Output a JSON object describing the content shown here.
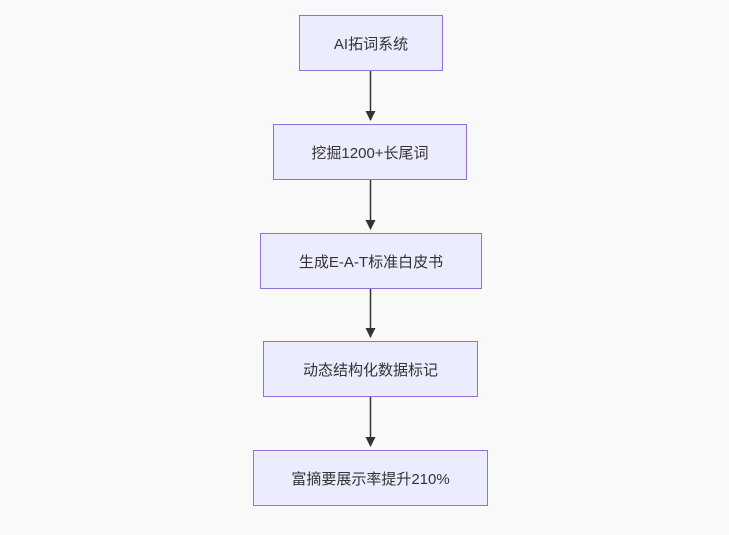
{
  "flowchart": {
    "title": "SEO AI flow diagram",
    "background_color": "#f9f9f9",
    "node_fill_color": "#ECECFF",
    "node_border_color": "#9370DB",
    "text_color": "#333333",
    "arrow_color": "#333333",
    "direction": "top-down",
    "nodes": [
      {
        "id": "n1",
        "label": "AI拓词系统"
      },
      {
        "id": "n2",
        "label": "挖掘1200+长尾词"
      },
      {
        "id": "n3",
        "label": "生成E-A-T标准白皮书"
      },
      {
        "id": "n4",
        "label": "动态结构化数据标记"
      },
      {
        "id": "n5",
        "label": "富摘要展示率提升210%"
      }
    ],
    "edges": [
      {
        "from": "AI拓词系统",
        "to": "挖掘1200+长尾词"
      },
      {
        "from": "挖掘1200+长尾词",
        "to": "生成E-A-T标准白皮书"
      },
      {
        "from": "生成E-A-T标准白皮书",
        "to": "动态结构化数据标记"
      },
      {
        "from": "动态结构化数据标记",
        "to": "富摘要展示率提升210%"
      }
    ]
  }
}
